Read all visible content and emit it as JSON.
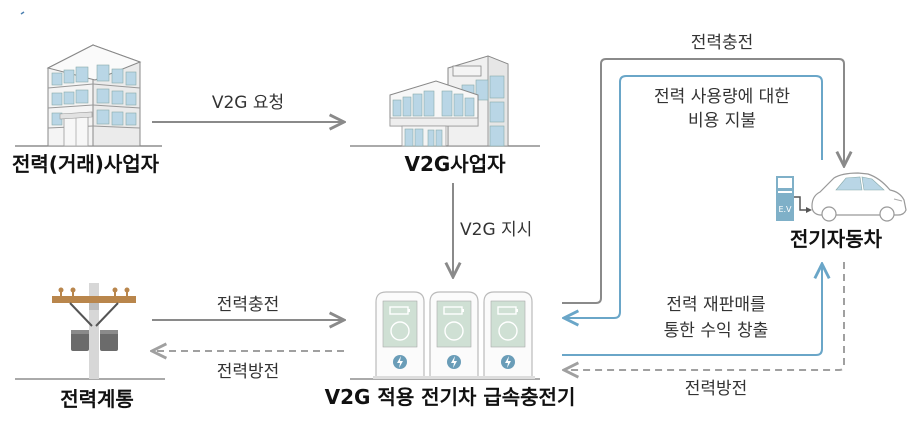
{
  "nodes": {
    "power_trader": "전력(거래)사업자",
    "v2g_operator": "V2G사업자",
    "ev": "전기자동차",
    "grid": "전력계통",
    "charger": "V2G 적용 전기차 급속충전기"
  },
  "edges": {
    "v2g_request": "V2G 요청",
    "v2g_instruction": "V2G 지시",
    "grid_charge": "전력충전",
    "grid_discharge": "전력방전",
    "ev_charge": "전력충전",
    "ev_discharge": "전력방전",
    "payment_line1": "전력 사용량에 대한",
    "payment_line2": "비용 지불",
    "resale_line1": "전력 재판매를",
    "resale_line2": "통한 수익 창출"
  },
  "icons": {
    "ev_station_label": "E.V"
  },
  "colors": {
    "gray_line": "#8a8a8a",
    "blue_line": "#6aa6c8",
    "window_blue": "#b9d6e6",
    "charger_screen": "#cfe0d4",
    "bolt_circle": "#6a9db8",
    "pole_wood": "#b9864c",
    "transformer": "#6b6b6b"
  }
}
